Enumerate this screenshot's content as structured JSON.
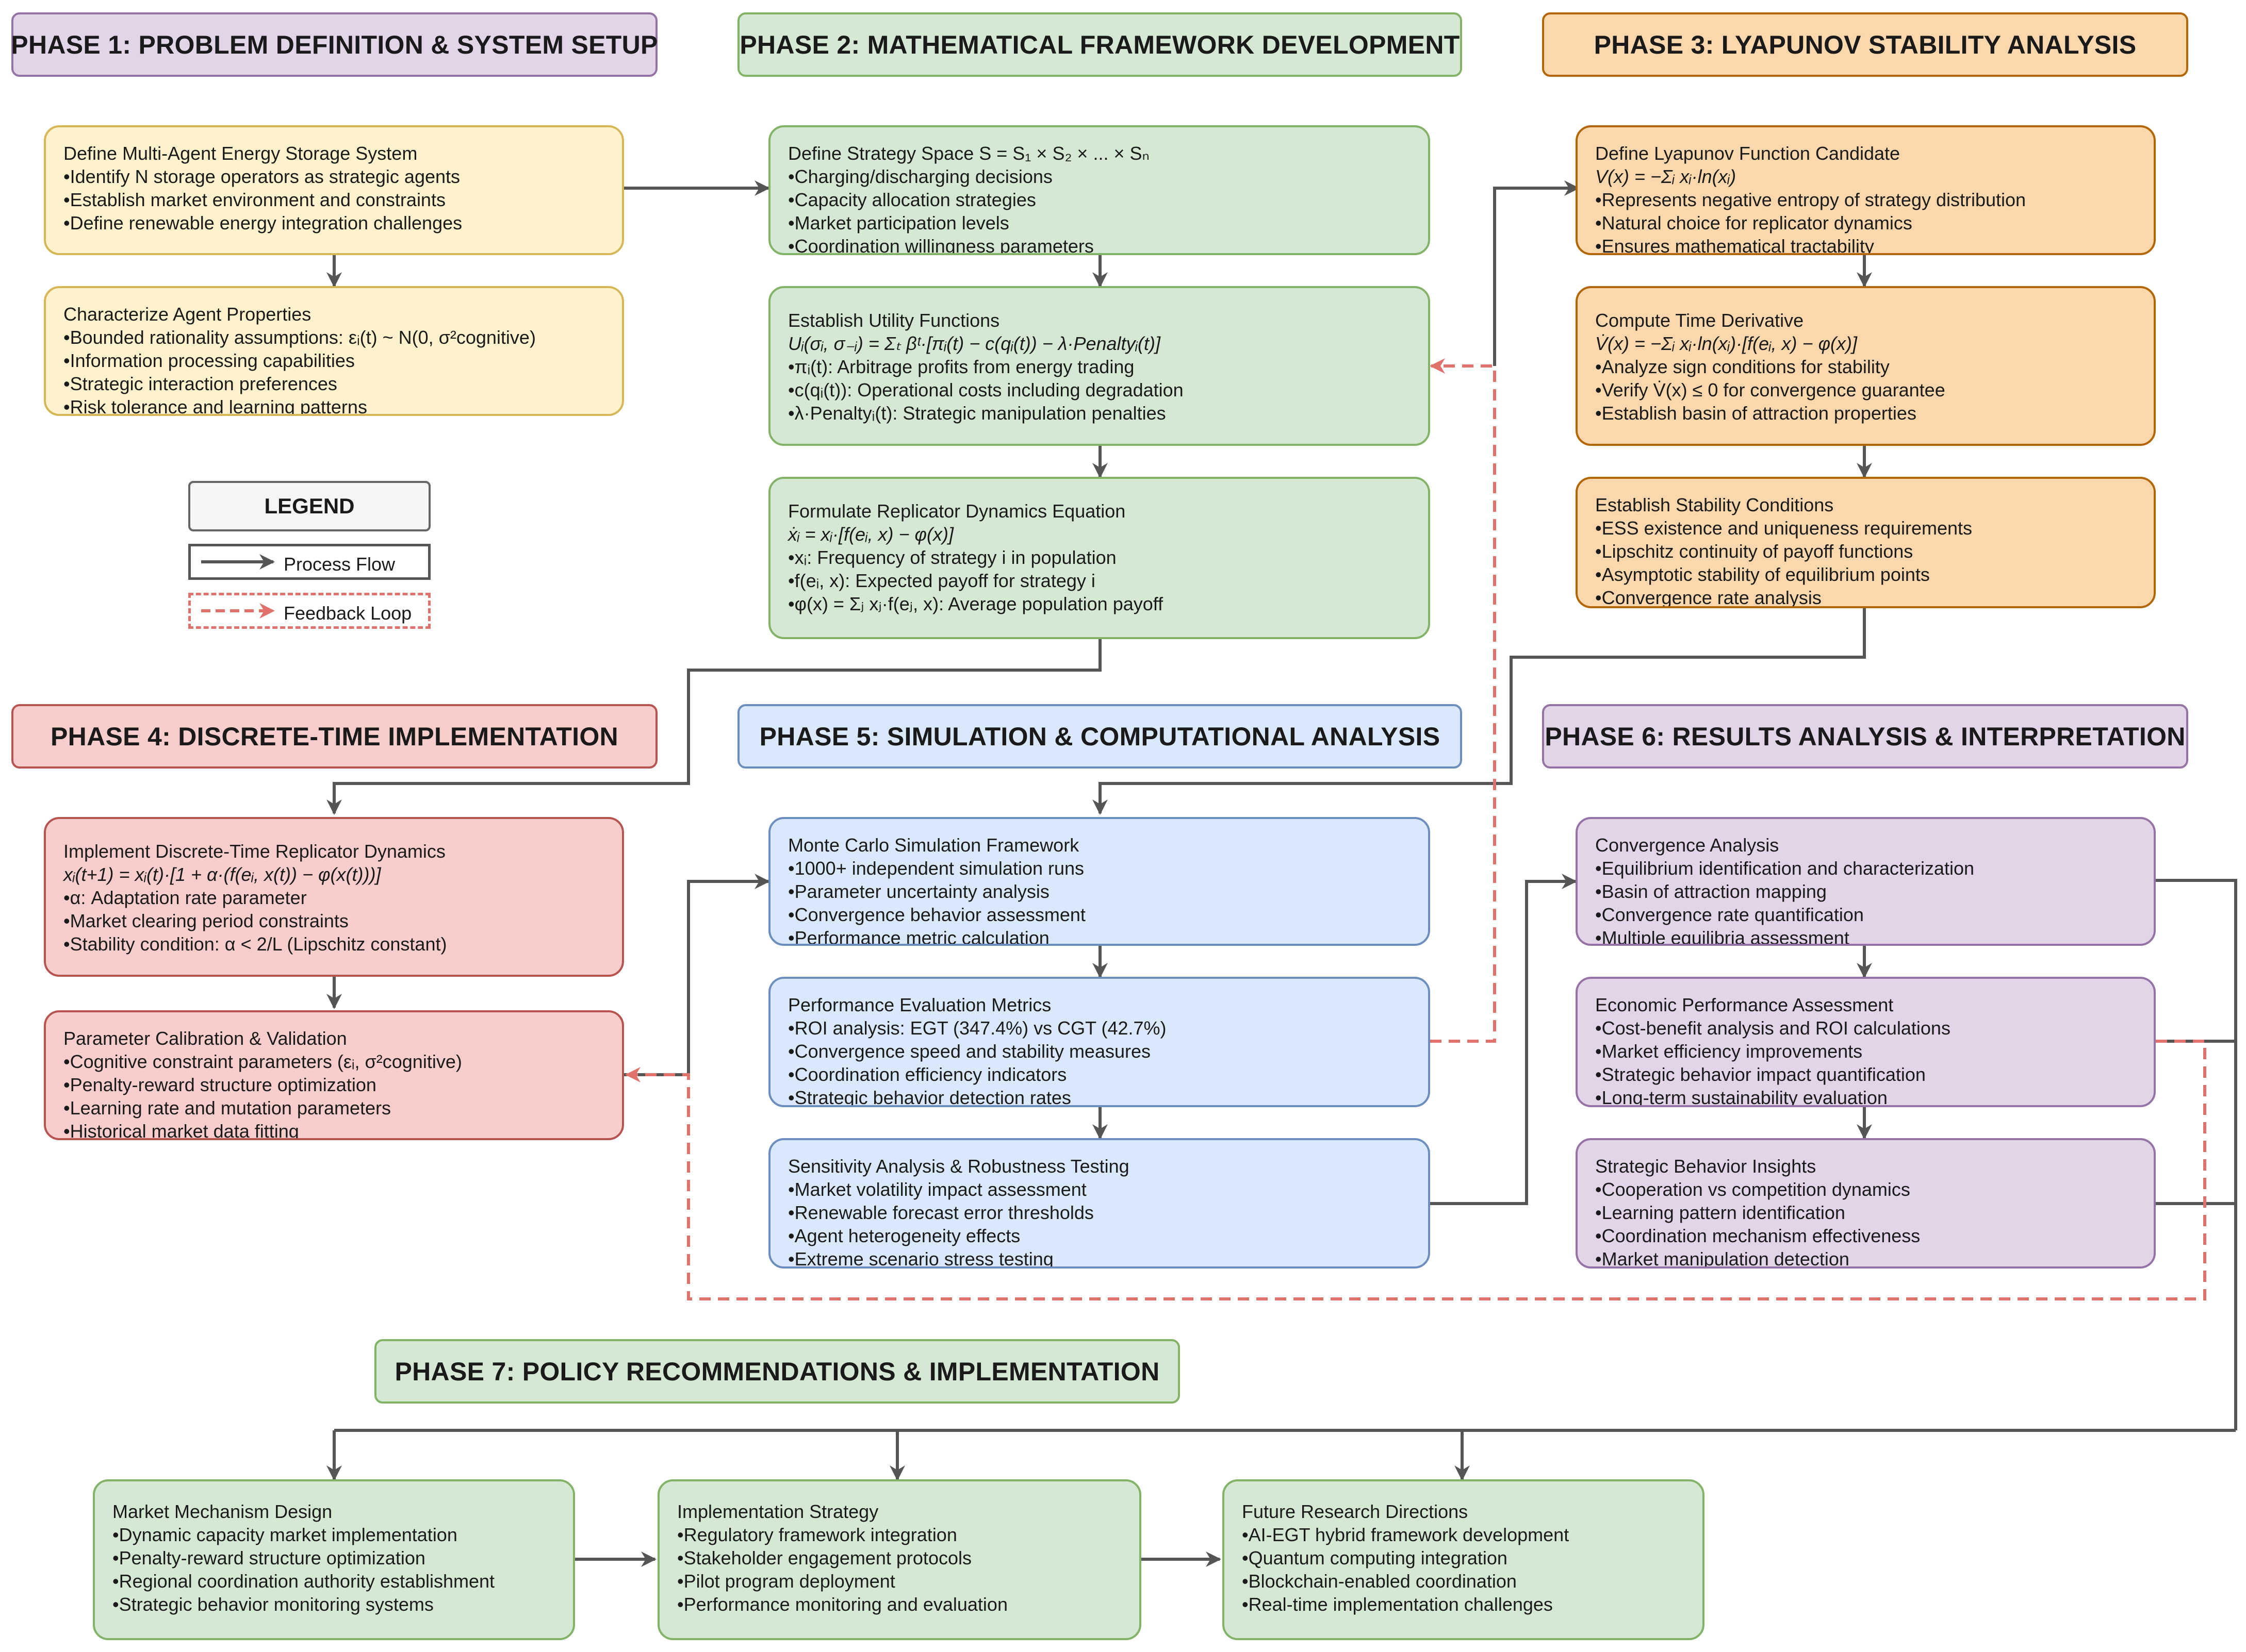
{
  "phases": {
    "p1": "PHASE 1: PROBLEM DEFINITION & SYSTEM SETUP",
    "p2": "PHASE 2: MATHEMATICAL FRAMEWORK DEVELOPMENT",
    "p3": "PHASE 3: LYAPUNOV STABILITY ANALYSIS",
    "p4": "PHASE 4: DISCRETE-TIME IMPLEMENTATION",
    "p5": "PHASE 5: SIMULATION & COMPUTATIONAL ANALYSIS",
    "p6": "PHASE 6: RESULTS ANALYSIS & INTERPRETATION",
    "p7": "PHASE 7: POLICY RECOMMENDATIONS & IMPLEMENTATION"
  },
  "boxes": {
    "b1": {
      "title": "Define Multi-Agent Energy Storage System",
      "items": [
        "Identify N storage operators as strategic agents",
        "Establish market environment and constraints",
        "Define renewable energy integration challenges"
      ]
    },
    "b2": {
      "title": "Characterize Agent Properties",
      "items": [
        "Bounded rationality assumptions: εᵢ(t) ~ N(0, σ²cognitive)",
        "Information processing capabilities",
        "Strategic interaction preferences",
        "Risk tolerance and learning patterns"
      ]
    },
    "b3": {
      "title": "Define Strategy Space S = S₁ × S₂ × ... × Sₙ",
      "items": [
        "Charging/discharging decisions",
        "Capacity allocation strategies",
        "Market participation levels",
        "Coordination willingness parameters"
      ]
    },
    "b4": {
      "title": "Establish Utility Functions",
      "formula": "Uᵢ(σᵢ, σ₋ᵢ) = Σₜ βᵗ·[πᵢ(t) − c(qᵢ(t)) − λ·Penaltyᵢ(t)]",
      "items": [
        "πᵢ(t): Arbitrage profits from energy trading",
        "c(qᵢ(t)): Operational costs including degradation",
        "λ·Penaltyᵢ(t): Strategic manipulation penalties"
      ]
    },
    "b5": {
      "title": "Formulate Replicator Dynamics Equation",
      "formula": "ẋᵢ = xᵢ·[f(eᵢ, x) − φ(x)]",
      "items": [
        "xᵢ: Frequency of strategy i in population",
        "f(eᵢ, x): Expected payoff for strategy i",
        "φ(x) = Σⱼ xⱼ·f(eⱼ, x): Average population payoff"
      ]
    },
    "b6": {
      "title": "Define Lyapunov Function Candidate",
      "formula": "V(x) = −Σᵢ xᵢ·ln(xᵢ)",
      "items": [
        "Represents negative entropy of strategy distribution",
        "Natural choice for replicator dynamics",
        "Ensures mathematical tractability"
      ]
    },
    "b7": {
      "title": "Compute Time Derivative",
      "formula": "V̇(x) = −Σᵢ xᵢ·ln(xᵢ)·[f(eᵢ, x) − φ(x)]",
      "items": [
        "Analyze sign conditions for stability",
        "Verify V̇(x) ≤ 0 for convergence guarantee",
        "Establish basin of attraction properties"
      ]
    },
    "b8": {
      "title": "Establish Stability Conditions",
      "items": [
        "ESS existence and uniqueness requirements",
        "Lipschitz continuity of payoff functions",
        "Asymptotic stability of equilibrium points",
        "Convergence rate analysis"
      ]
    },
    "b9": {
      "title": "Implement Discrete-Time Replicator Dynamics",
      "formula": "xᵢ(t+1) = xᵢ(t)·[1 + α·(f(eᵢ, x(t)) − φ(x(t)))]",
      "items": [
        "α: Adaptation rate parameter",
        "Market clearing period constraints",
        "Stability condition: α < 2/L (Lipschitz constant)"
      ]
    },
    "b10": {
      "title": "Parameter Calibration & Validation",
      "items": [
        "Cognitive constraint parameters (εᵢ, σ²cognitive)",
        "Penalty-reward structure optimization",
        "Learning rate and mutation parameters",
        "Historical market data fitting"
      ]
    },
    "b11": {
      "title": "Monte Carlo Simulation Framework",
      "items": [
        "1000+ independent simulation runs",
        "Parameter uncertainty analysis",
        "Convergence behavior assessment",
        "Performance metric calculation"
      ]
    },
    "b12": {
      "title": "Performance Evaluation Metrics",
      "items": [
        "ROI analysis: EGT (347.4%) vs CGT (42.7%)",
        "Convergence speed and stability measures",
        "Coordination efficiency indicators",
        "Strategic behavior detection rates"
      ]
    },
    "b13": {
      "title": "Sensitivity Analysis & Robustness Testing",
      "items": [
        "Market volatility impact assessment",
        "Renewable forecast error thresholds",
        "Agent heterogeneity effects",
        "Extreme scenario stress testing"
      ]
    },
    "b14": {
      "title": "Convergence Analysis",
      "items": [
        "Equilibrium identification and characterization",
        "Basin of attraction mapping",
        "Convergence rate quantification",
        "Multiple equilibria assessment"
      ]
    },
    "b15": {
      "title": "Economic Performance Assessment",
      "items": [
        "Cost-benefit analysis and ROI calculations",
        "Market efficiency improvements",
        "Strategic behavior impact quantification",
        "Long-term sustainability evaluation"
      ]
    },
    "b16": {
      "title": "Strategic Behavior Insights",
      "items": [
        "Cooperation vs competition dynamics",
        "Learning pattern identification",
        "Coordination mechanism effectiveness",
        "Market manipulation detection"
      ]
    },
    "b17": {
      "title": "Market Mechanism Design",
      "items": [
        "Dynamic capacity market implementation",
        "Penalty-reward structure optimization",
        "Regional coordination authority establishment",
        "Strategic behavior monitoring systems"
      ]
    },
    "b18": {
      "title": "Implementation Strategy",
      "items": [
        "Regulatory framework integration",
        "Stakeholder engagement protocols",
        "Pilot program deployment",
        "Performance monitoring and evaluation"
      ]
    },
    "b19": {
      "title": "Future Research Directions",
      "items": [
        "AI-EGT hybrid framework development",
        "Quantum computing integration",
        "Blockchain-enabled coordination",
        "Real-time implementation challenges"
      ]
    }
  },
  "legend": {
    "title": "LEGEND",
    "process_flow": "Process Flow",
    "feedback_loop": "Feedback Loop"
  },
  "colors": {
    "flow_arrow": "#555555",
    "feedback_arrow": "#e0716b"
  }
}
